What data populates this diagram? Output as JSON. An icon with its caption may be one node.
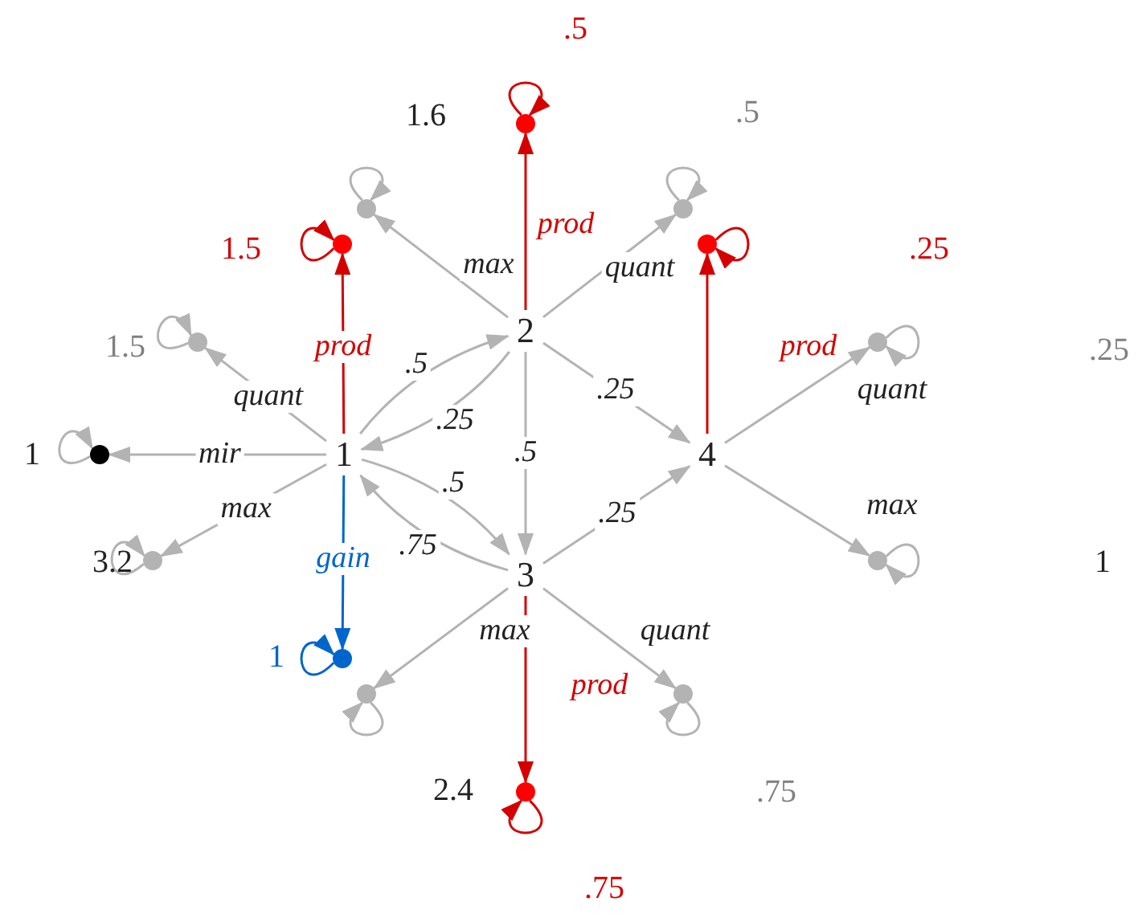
{
  "diagram": {
    "nodes": [
      {
        "text": [
          "1"
        ]
      },
      {
        "text": [
          "2"
        ]
      },
      {
        "text": [
          "3"
        ]
      },
      {
        "text": [
          "4"
        ]
      },
      {
        "text": [],
        "shape": "circle",
        "beside": [
          "1"
        ]
      },
      {
        "text": [],
        "shape": "circle",
        "beside": [
          "1.5"
        ]
      },
      {
        "text": [],
        "shape": "circle",
        "beside": [
          "3.2"
        ]
      },
      {
        "text": [],
        "shape": "circle",
        "beside": [
          "1.5"
        ]
      },
      {
        "text": [],
        "shape": "circle",
        "beside": [
          "1"
        ]
      },
      {
        "text": [],
        "shape": "circle",
        "beside": [
          "1.6"
        ]
      },
      {
        "text": [],
        "shape": "circle",
        "beside": [
          ".5"
        ]
      },
      {
        "text": [],
        "shape": "circle",
        "beside": [
          ".5"
        ]
      },
      {
        "text": [],
        "shape": "circle"
      },
      {
        "text": [],
        "shape": "circle"
      },
      {
        "text": [],
        "shape": "circle"
      },
      {
        "text": [],
        "shape": "circle"
      },
      {
        "text": [],
        "shape": "circle",
        "beside": [
          "2.4",
          ".75"
        ]
      },
      {
        "text": [],
        "shape": "circle",
        "beside": [
          ".75"
        ]
      }
    ],
    "edges": [
      {
        "from": 0,
        "to": 4,
        "arrow": "to",
        "label": "mir"
      },
      {
        "from": 0,
        "to": 5,
        "arrow": "to",
        "label": "quant"
      },
      {
        "from": 0,
        "to": 6,
        "arrow": "to",
        "label": "max"
      },
      {
        "from": 0,
        "to": 7,
        "arrow": "to",
        "label": "prod",
        "color": "#d40000"
      },
      {
        "from": 0,
        "to": 8,
        "arrow": "to",
        "label": "gain",
        "color": "#0066cc"
      },
      {
        "from": 0,
        "to": 1,
        "arrow": "to",
        "label": ".5"
      },
      {
        "from": 1,
        "to": 0,
        "arrow": "to",
        "label": ".25"
      },
      {
        "from": 0,
        "to": 2,
        "arrow": "to",
        "label": ".5"
      },
      {
        "from": 2,
        "to": 0,
        "arrow": "to",
        "label": ".75"
      },
      {
        "from": 1,
        "to": 2,
        "arrow": "to",
        "label": ".5"
      },
      {
        "from": 1,
        "to": 3,
        "arrow": "to",
        "label": ".25"
      },
      {
        "from": 2,
        "to": 3,
        "arrow": "to",
        "label": ".25"
      },
      {
        "from": 1,
        "to": 9,
        "arrow": "to",
        "label": "max"
      },
      {
        "from": 1,
        "to": 10,
        "arrow": "to",
        "label": "prod",
        "color": "#d40000"
      },
      {
        "from": 1,
        "to": 11,
        "arrow": "to",
        "label": "quant"
      },
      {
        "from": 3,
        "to": 12,
        "arrow": "to",
        "color": "#d40000"
      },
      {
        "from": 3,
        "to": 13,
        "arrow": "to",
        "label": "quant"
      },
      {
        "from": 3,
        "to": 14,
        "arrow": "to",
        "label": "max"
      },
      {
        "from": 2,
        "to": 15,
        "arrow": "to"
      },
      {
        "from": 2,
        "to": 16,
        "arrow": "to",
        "label": "max",
        "color": "#d40000"
      },
      {
        "from": 2,
        "to": 17,
        "arrow": "to",
        "label": "quant"
      },
      {
        "from": 4,
        "to": 4,
        "arrow": "to"
      },
      {
        "from": 5,
        "to": 5,
        "arrow": "to"
      },
      {
        "from": 6,
        "to": 6,
        "arrow": "to"
      },
      {
        "from": 7,
        "to": 7,
        "arrow": "to",
        "color": "#d40000"
      },
      {
        "from": 8,
        "to": 8,
        "arrow": "to",
        "color": "#0066cc"
      },
      {
        "from": 9,
        "to": 9,
        "arrow": "to"
      },
      {
        "from": 10,
        "to": 10,
        "arrow": "to",
        "color": "#d40000"
      },
      {
        "from": 11,
        "to": 11,
        "arrow": "to"
      },
      {
        "from": 12,
        "to": 12,
        "arrow": "to",
        "color": "#d40000"
      },
      {
        "from": 13,
        "to": 13,
        "arrow": "to"
      },
      {
        "from": 14,
        "to": 14,
        "arrow": "to"
      },
      {
        "from": 15,
        "to": 15,
        "arrow": "to"
      },
      {
        "from": 16,
        "to": 16,
        "arrow": "to",
        "color": "#d40000"
      },
      {
        "from": 17,
        "to": 17,
        "arrow": "to"
      }
    ],
    "labels": [
      ".25",
      "prod",
      ".25",
      "1",
      "prod"
    ]
  }
}
